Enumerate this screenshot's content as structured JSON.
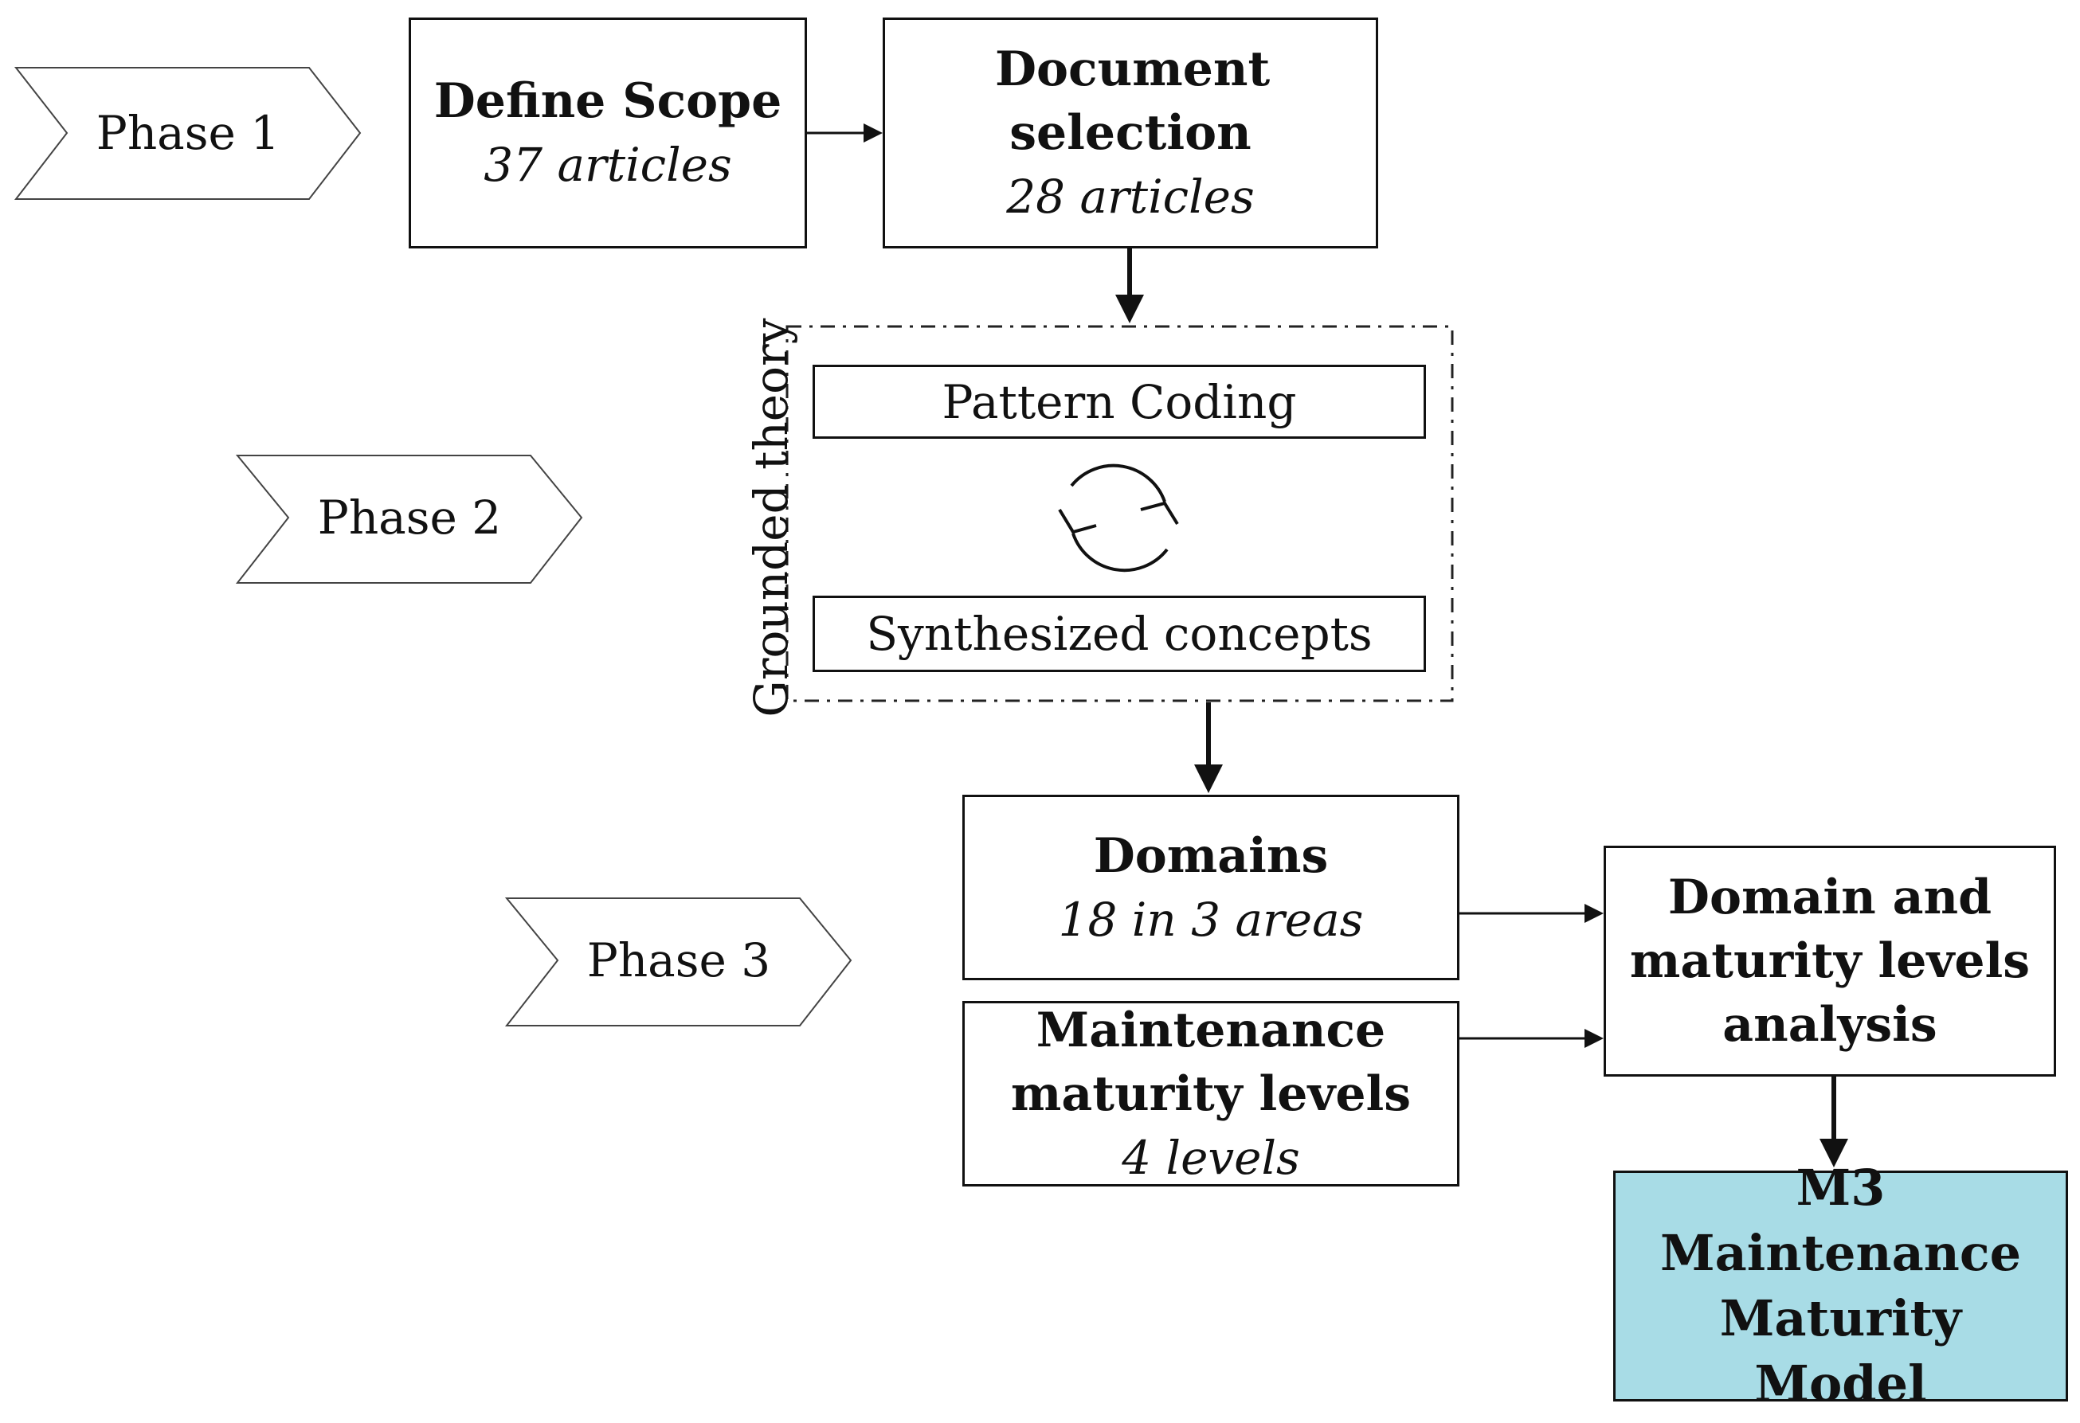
{
  "phases": {
    "phase1": "Phase 1",
    "phase2": "Phase 2",
    "phase3": "Phase 3"
  },
  "boxes": {
    "define_scope": {
      "title": "Define Scope",
      "subtitle": "37 articles"
    },
    "document_selection": {
      "title": "Document selection",
      "subtitle": "28 articles"
    },
    "domains": {
      "title": "Domains",
      "subtitle": "18 in 3 areas"
    },
    "maturity_levels": {
      "title": "Maintenance maturity levels",
      "subtitle": "4 levels"
    },
    "analysis": {
      "title": "Domain and maturity levels analysis"
    },
    "final_model": {
      "title": "M3 Maintenance Maturity Model"
    }
  },
  "grounded_theory": {
    "label": "Grounded theory",
    "pattern_coding": "Pattern Coding",
    "synthesized_concepts": "Synthesized concepts",
    "cycle_icon": "cycle-arrows-icon"
  },
  "colors": {
    "final_box_fill": "#a8dce6",
    "stroke": "#111111"
  }
}
